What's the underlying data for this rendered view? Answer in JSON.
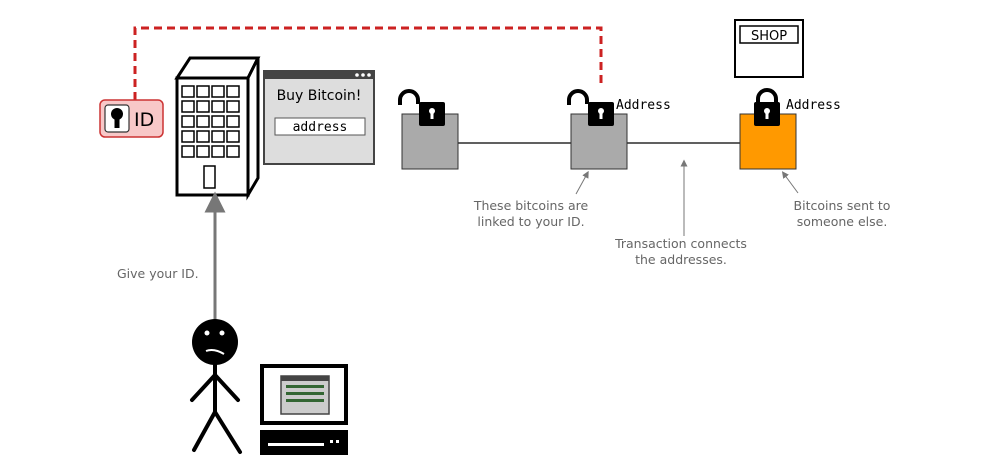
{
  "id_card": {
    "label": "ID"
  },
  "exchange_window": {
    "title": "Buy Bitcoin!",
    "address_field": "address"
  },
  "shop": {
    "label": "SHOP"
  },
  "locks": {
    "middle_label": "Address",
    "right_label": "Address"
  },
  "annotations": {
    "give_id": "Give your ID.",
    "linked_line1": "These bitcoins are",
    "linked_line2": "linked to your ID.",
    "transaction_line1": "Transaction connects",
    "transaction_line2": "the addresses.",
    "sent_line1": "Bitcoins sent to",
    "sent_line2": "someone else."
  },
  "colors": {
    "dashed_link": "#cc2222",
    "id_card_fill": "#f8c8c8",
    "gray_box": "#aaaaaa",
    "orange_box": "#ff9900",
    "label_gray": "#666666"
  }
}
